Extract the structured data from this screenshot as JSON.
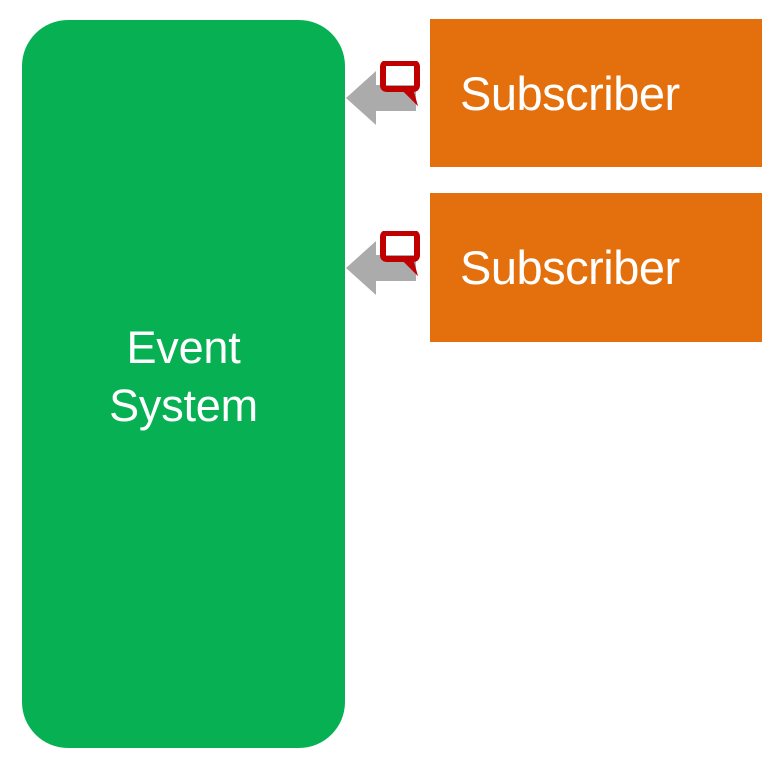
{
  "diagram": {
    "title": "Event System publish-subscribe diagram",
    "colors": {
      "event_system_fill": "#07B053",
      "subscriber_fill": "#E3700C",
      "arrow_fill": "#ABABAB",
      "callout_stroke": "#C00000",
      "label_text": "#FFFFFF",
      "background": "#FFFFFF"
    },
    "event_system": {
      "label": "Event\nSystem",
      "shape": "rounded-rectangle"
    },
    "subscribers": [
      {
        "label": "Subscriber",
        "connector": {
          "arrow_icon": "arrow-left-icon",
          "arrow_direction": "left",
          "callout_icon": "speech-bubble-icon"
        }
      },
      {
        "label": "Subscriber",
        "connector": {
          "arrow_icon": "arrow-left-icon",
          "arrow_direction": "left",
          "callout_icon": "speech-bubble-icon"
        }
      }
    ]
  }
}
